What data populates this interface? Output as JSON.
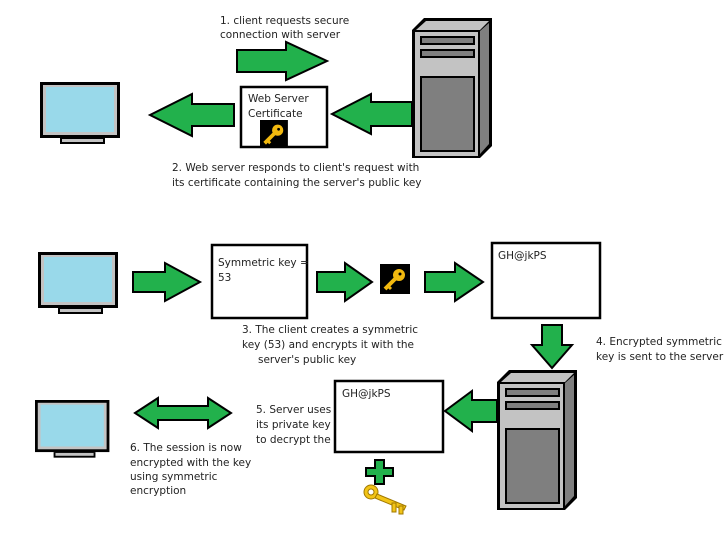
{
  "steps": {
    "step1": [
      "1. client requests secure",
      "connection with server"
    ],
    "step2": [
      "2. Web server responds to client's request with",
      "its certificate containing the server's public key"
    ],
    "step3": [
      "3. The client creates a symmetric",
      "key (53) and encrypts it with the",
      "server's public key"
    ],
    "step4": [
      "4. Encrypted symmetric",
      "key is sent to the server"
    ],
    "step5": [
      "5. Server uses",
      "its private key",
      "to decrypt the"
    ],
    "step6": [
      "6. The session is now",
      "encrypted with the key",
      "using symmetric",
      "encryption"
    ]
  },
  "certificate": {
    "lines": [
      "Web Server",
      "Certificate"
    ]
  },
  "symmetric_box": {
    "lines": [
      "Symmetric key =",
      "53"
    ]
  },
  "encrypted_box": {
    "text": "GH@jkPS"
  },
  "decrypt_box": {
    "text": "GH@jkPS"
  },
  "colors": {
    "arrow": "#22b14c",
    "screen": "#99d9ea",
    "key": "#f2b90f",
    "server": "#c3c3c3"
  },
  "icons": [
    "monitor-icon",
    "server-icon",
    "key-icon",
    "plus-icon",
    "gold-key-icon"
  ]
}
